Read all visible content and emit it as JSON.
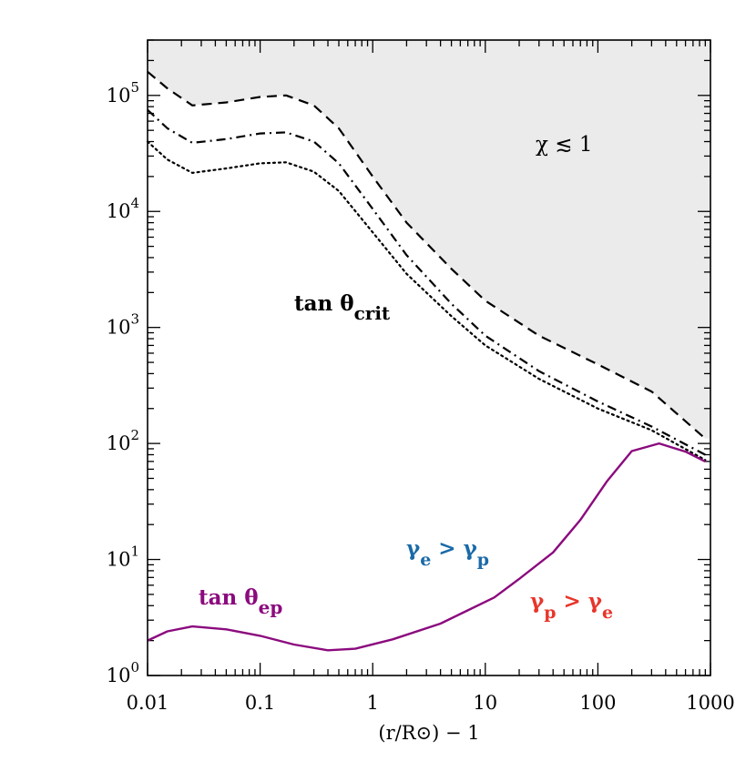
{
  "chart_data": {
    "type": "line",
    "xlabel": "(r/R⊙) − 1",
    "ylabel": "",
    "x_scale": "log",
    "y_scale": "log",
    "xlim": [
      0.01,
      1000
    ],
    "ylim": [
      1,
      300000
    ],
    "x_tick_labels": [
      "0.01",
      "0.1",
      "1",
      "10",
      "100",
      "1000"
    ],
    "y_tick_labels": [
      {
        "base": "10",
        "exp": "0"
      },
      {
        "base": "10",
        "exp": "1"
      },
      {
        "base": "10",
        "exp": "2"
      },
      {
        "base": "10",
        "exp": "3"
      },
      {
        "base": "10",
        "exp": "4"
      },
      {
        "base": "10",
        "exp": "5"
      }
    ],
    "shaded_region": {
      "label": "χ ≲ 1",
      "fill": "#ebebeb",
      "bounded_by": "tan θcrit (dashed)"
    },
    "series": [
      {
        "style": "dashed",
        "color": "#000000",
        "x": [
          0.01,
          0.015,
          0.025,
          0.05,
          0.1,
          0.17,
          0.3,
          0.5,
          1,
          2,
          5,
          10,
          30,
          100,
          300,
          900
        ],
        "y": [
          160000,
          115000,
          82000,
          87000,
          97000,
          100000,
          82000,
          52000,
          20000,
          8000,
          3200,
          1700,
          850,
          480,
          280,
          110
        ]
      },
      {
        "style": "dashdot",
        "color": "#000000",
        "x": [
          0.01,
          0.015,
          0.025,
          0.05,
          0.1,
          0.17,
          0.3,
          0.5,
          1,
          2,
          5,
          10,
          30,
          100,
          300,
          900
        ],
        "y": [
          75000,
          52000,
          39000,
          42000,
          47000,
          48000,
          40000,
          26000,
          10500,
          4200,
          1600,
          850,
          420,
          230,
          140,
          80
        ]
      },
      {
        "style": "dotted",
        "color": "#000000",
        "x": [
          0.01,
          0.015,
          0.025,
          0.05,
          0.1,
          0.17,
          0.3,
          0.5,
          1,
          2,
          5,
          10,
          30,
          100,
          300,
          900
        ],
        "y": [
          40000,
          28000,
          21500,
          23500,
          26000,
          26500,
          22000,
          15000,
          6600,
          2900,
          1250,
          700,
          360,
          200,
          130,
          72
        ]
      },
      {
        "style": "solid",
        "color": "#8b0a7e",
        "x": [
          0.01,
          0.015,
          0.025,
          0.05,
          0.1,
          0.2,
          0.4,
          0.7,
          1.5,
          4,
          12,
          20,
          40,
          70,
          120,
          200,
          350,
          600,
          900
        ],
        "y": [
          2.0,
          2.4,
          2.65,
          2.5,
          2.2,
          1.85,
          1.65,
          1.7,
          2.05,
          2.8,
          4.7,
          6.8,
          11.5,
          22,
          47,
          86,
          100,
          85,
          70
        ]
      }
    ],
    "annotations": [
      {
        "id": "chi",
        "main": "χ ≲ 1",
        "sub": "",
        "color": "#000000"
      },
      {
        "id": "crit",
        "main": "tan θ",
        "sub": "crit",
        "color": "#000000"
      },
      {
        "id": "ep",
        "main": "tan θ",
        "sub": "ep",
        "color": "#8b0a7e"
      },
      {
        "id": "ge_gt_gp",
        "parts": [
          "γ",
          "e",
          " > γ",
          "p"
        ],
        "color": "#1a6aa8"
      },
      {
        "id": "gp_gt_ge",
        "parts": [
          "γ",
          "p",
          " > γ",
          "e"
        ],
        "color": "#e8352b"
      }
    ]
  }
}
